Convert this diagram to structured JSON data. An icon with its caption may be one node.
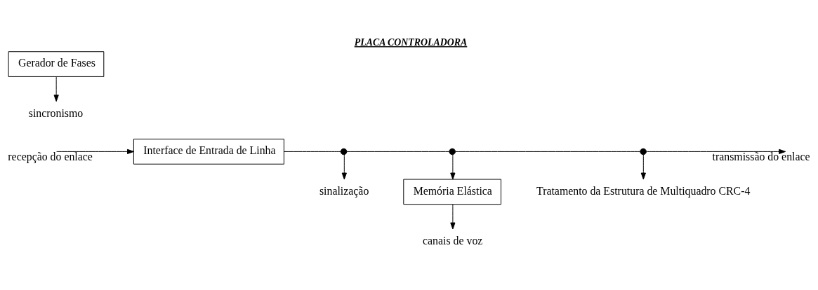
{
  "diagram": {
    "title": "PLACA CONTROLADORA",
    "nodes": [
      {
        "text": [
          "Interface de Entrada de Linha"
        ]
      },
      {
        "text": [],
        "shape": "circle"
      },
      {
        "text": [
          "sinalização"
        ]
      },
      {
        "text": [
          "Memória Elástica"
        ]
      },
      {
        "text": [
          "canais de voz"
        ]
      },
      {
        "text": [],
        "shape": "circle"
      },
      {
        "text": [],
        "shape": "circle"
      },
      {
        "text": [
          "Tratamento da Estrutura de Multiquadro CRC-4"
        ]
      },
      {
        "text": [
          "Gerador de Fases"
        ]
      },
      {
        "text": [
          "sincronismo"
        ]
      }
    ],
    "edges": [
      {
        "from": null,
        "to": 0,
        "arrow": "to",
        "label": "recepção do enlace"
      },
      {
        "from": 0,
        "to": 1,
        "arrow": "none"
      },
      {
        "from": 1,
        "to": 2,
        "arrow": "to"
      },
      {
        "from": 1,
        "to": 5,
        "arrow": "none"
      },
      {
        "from": 5,
        "to": 3,
        "arrow": "to"
      },
      {
        "from": 3,
        "to": 4,
        "arrow": "to"
      },
      {
        "from": 5,
        "to": 6,
        "arrow": "none"
      },
      {
        "from": 6,
        "to": 7,
        "arrow": "to"
      },
      {
        "from": 6,
        "to": null,
        "arrow": "to",
        "label": "transmissão do enlace"
      },
      {
        "from": 8,
        "to": 9,
        "arrow": "to"
      }
    ]
  }
}
